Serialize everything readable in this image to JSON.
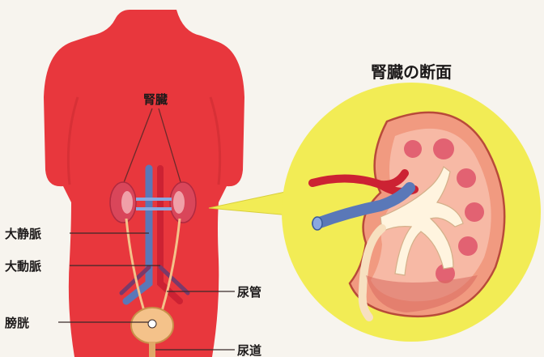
{
  "diagram": {
    "title": "腎臓の断面",
    "labels": {
      "kidney": "腎臓",
      "vena_cava": "大静脈",
      "aorta": "大動脈",
      "ureter": "尿管",
      "bladder": "膀胱",
      "urethra": "尿道"
    },
    "colors": {
      "background": "#f7f4ee",
      "body": "#e8373d",
      "kidney": "#d9465a",
      "artery": "#cc2233",
      "vein": "#5a78b8",
      "bladder": "#f4c28a",
      "magnifier": "#f2ec55",
      "cortex": "#f19a80",
      "medulla": "#f7b9a5",
      "pelvis": "#fff4df"
    }
  }
}
